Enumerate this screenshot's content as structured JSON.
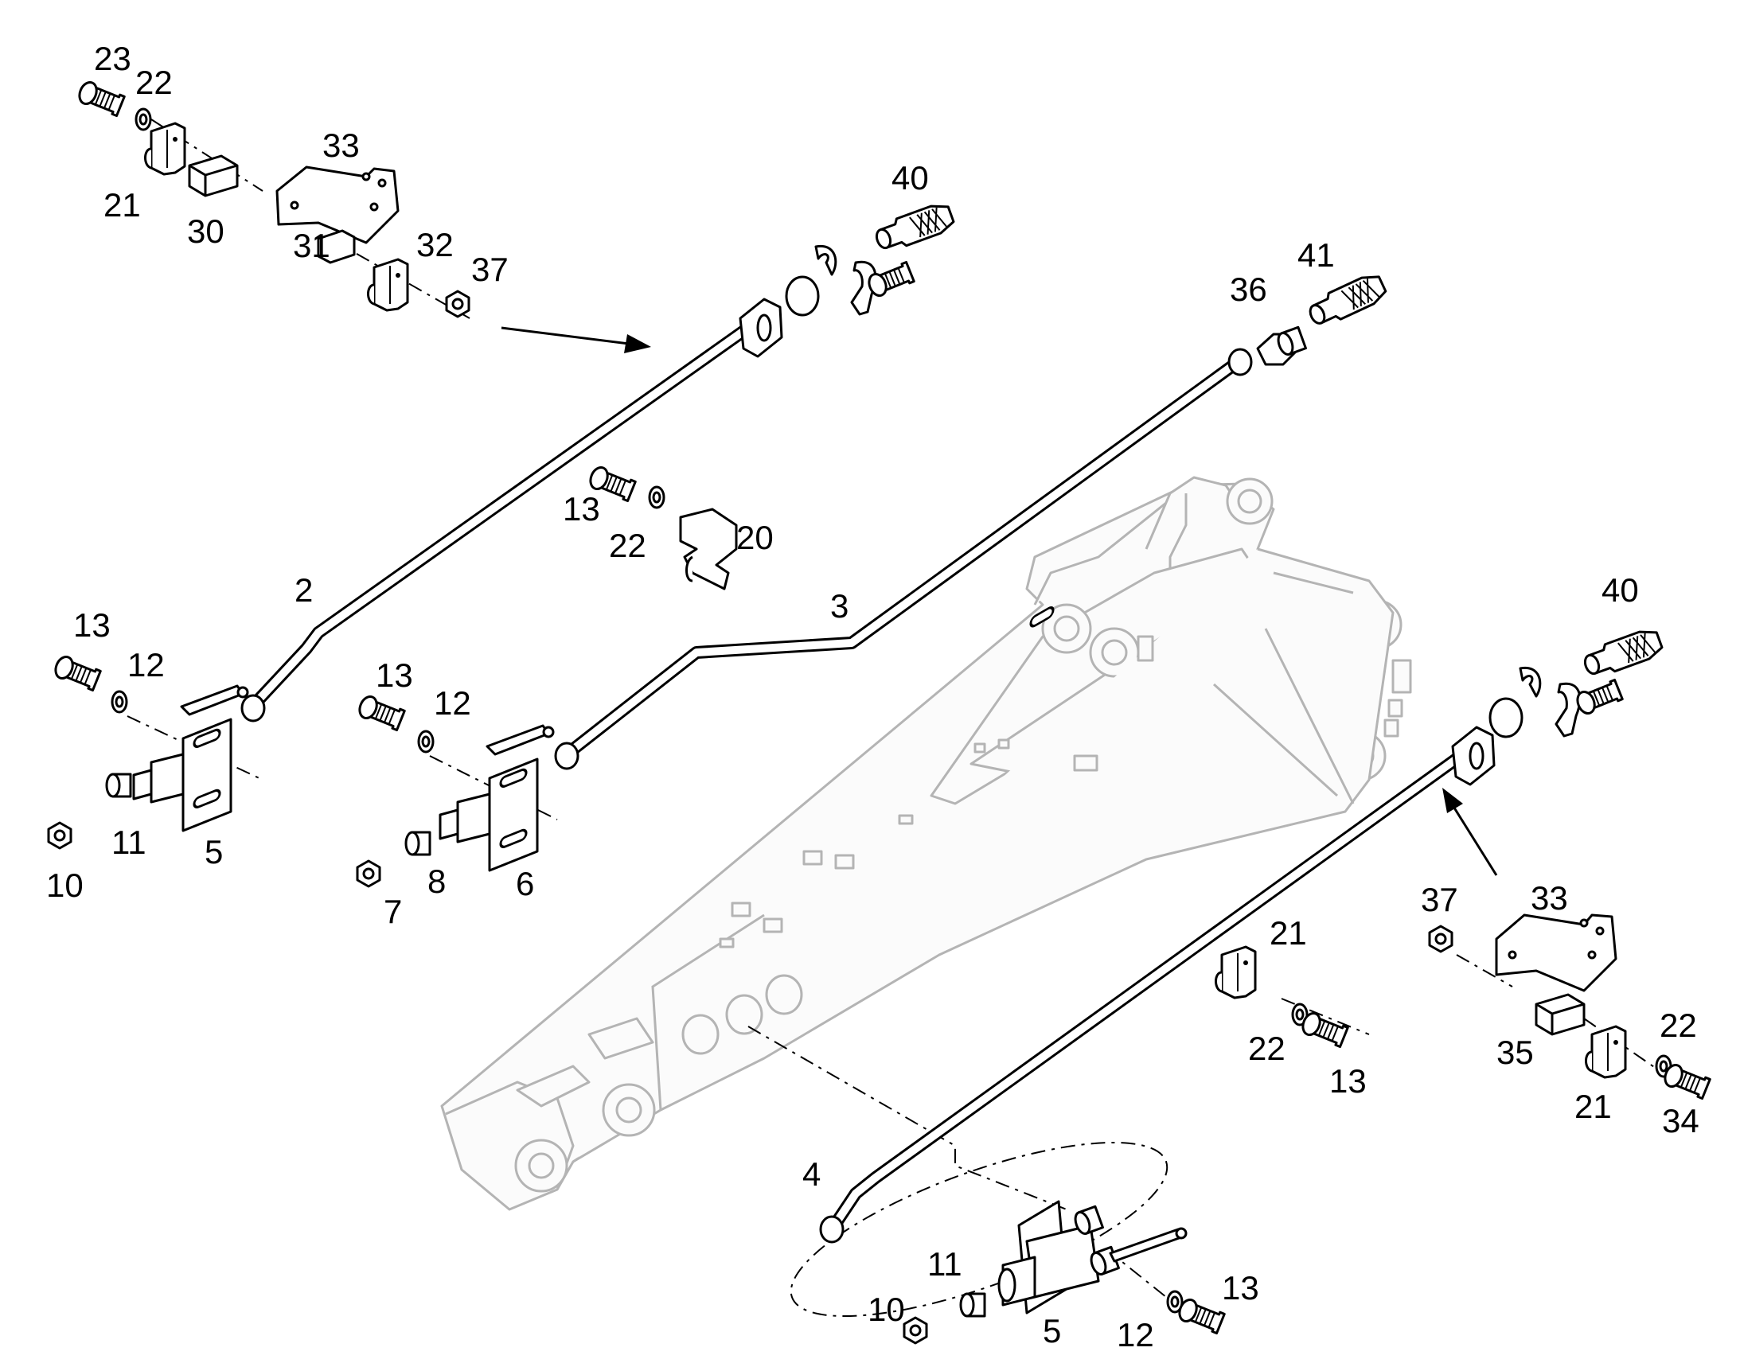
{
  "diagram": {
    "labels": {
      "n23": "23",
      "n22a": "22",
      "n21a": "21",
      "n30": "30",
      "n33a": "33",
      "n31": "31",
      "n32": "32",
      "n37a": "37",
      "n40a": "40",
      "n36": "36",
      "n41": "41",
      "n13a": "13",
      "n22b": "22",
      "n20": "20",
      "n2": "2",
      "n3": "3",
      "n13b": "13",
      "n12a": "12",
      "n10a": "10",
      "n11a": "11",
      "n5a": "5",
      "n13c": "13",
      "n12b": "12",
      "n7": "7",
      "n8": "8",
      "n6": "6",
      "n40b": "40",
      "n37b": "37",
      "n33b": "33",
      "n21b": "21",
      "n22c": "22",
      "n13d": "13",
      "n35": "35",
      "n22d": "22",
      "n21c": "21",
      "n34": "34",
      "n4": "4",
      "n11b": "11",
      "n10b": "10",
      "n5b": "5",
      "n12c": "12",
      "n13e": "13"
    }
  }
}
